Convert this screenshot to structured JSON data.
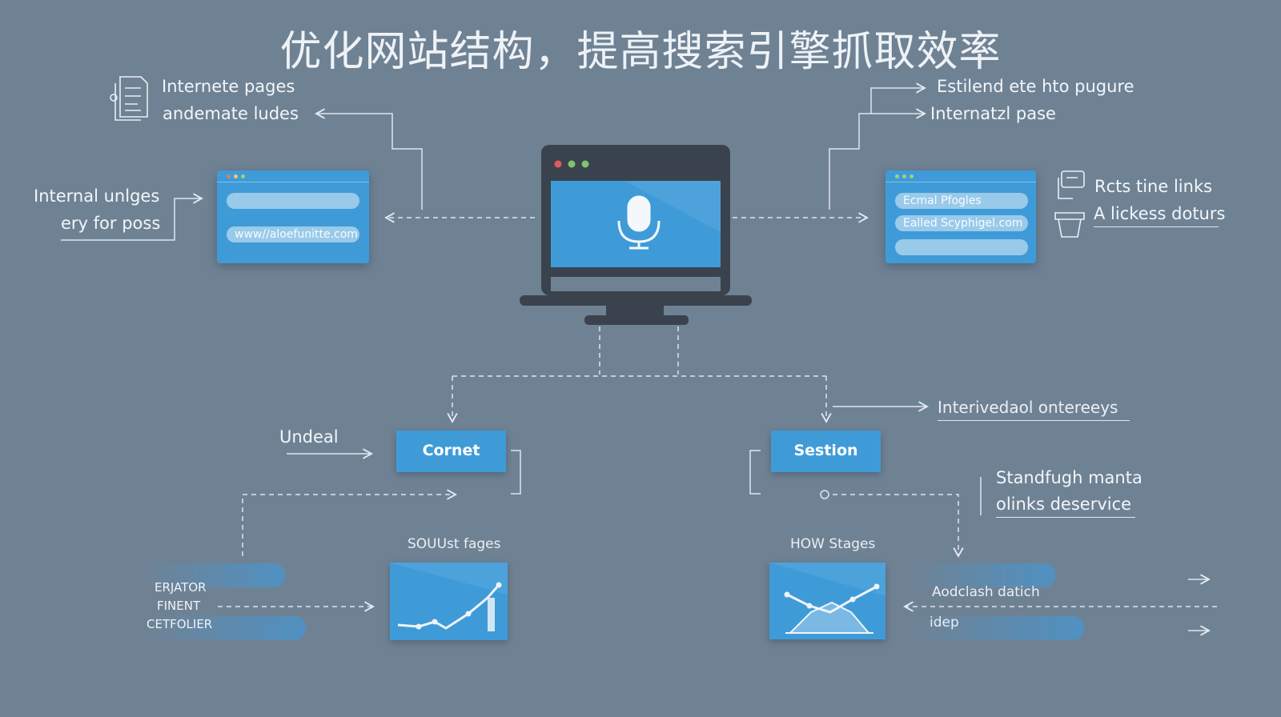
{
  "title": "优化网站结构，提高搜索引擎抓取效率",
  "top_left": {
    "line1": "Internete pages",
    "line2": "andemate ludes"
  },
  "top_right": {
    "line1": "Estilend ete hto pugure",
    "line2": "Internatzl pase"
  },
  "left_label": {
    "line1": "Internal unlges",
    "line2": "ery for poss"
  },
  "left_browser": {
    "url": "www//aloefunitte.com"
  },
  "right_browser": {
    "field1": "Ecmal Pfogles",
    "field2": "Ealled Scyphigel.com"
  },
  "right_labels": {
    "line1": "Rcts tine links",
    "line2": "A lickess doturs"
  },
  "center": {
    "icon": "microphone-icon"
  },
  "nodes": {
    "left_box": "Cornet",
    "right_box": "Sestion",
    "left_input_label": "Undeal"
  },
  "mid_right": {
    "label": "Interivedaol ontereeys",
    "line1": "Standfugh manta",
    "line2": "olinks deservice"
  },
  "bottom_left": {
    "chart_caption": "SOUUst fages",
    "tag1": "ERJATOR",
    "tag2": "FINENT",
    "tag3": "CETFOLIER"
  },
  "bottom_right": {
    "chart_caption": "HOW Stages",
    "tag1": "Aodclash datich",
    "tag2": "idep"
  },
  "colors": {
    "background": "#6f8294",
    "accent": "#3f9bd8",
    "dark": "#3a434d"
  }
}
